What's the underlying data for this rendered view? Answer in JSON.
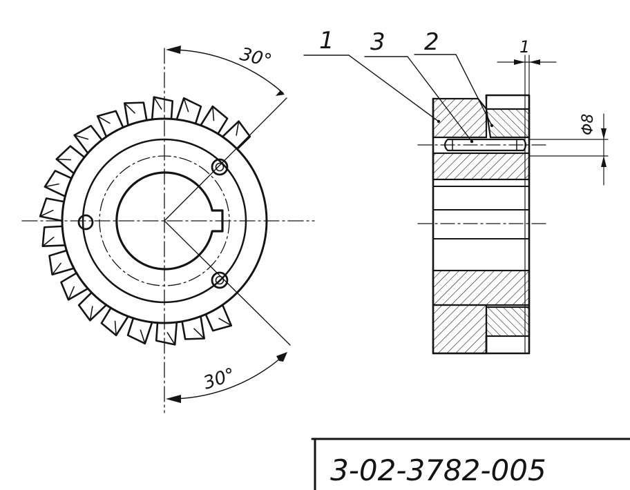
{
  "drawing": {
    "angle_top": "30°",
    "angle_bottom": "30°",
    "callouts": [
      "1",
      "3",
      "2"
    ],
    "dim_width": "1",
    "dim_diameter": "Φ8",
    "document_number": "3-02-3782-005"
  },
  "colors": {
    "ink": "#141414",
    "paper": "#ffffff"
  }
}
